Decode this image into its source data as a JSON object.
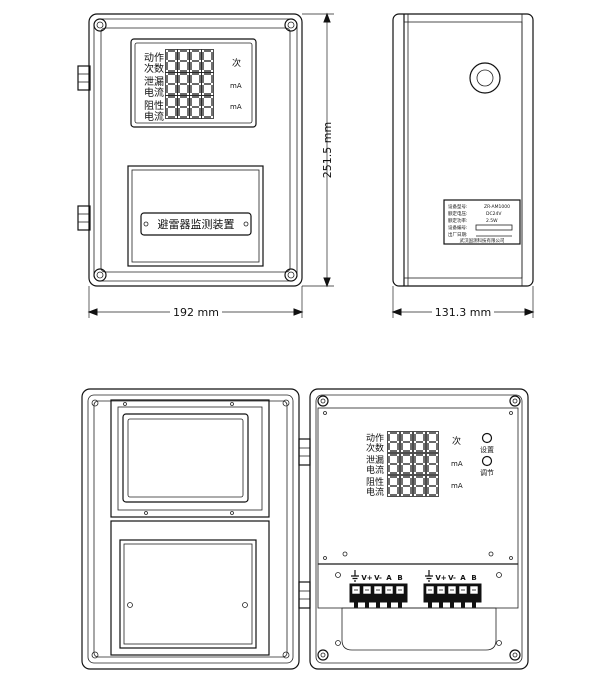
{
  "dimensions": {
    "width": "192 mm",
    "height": "251.5 mm",
    "depth": "131.3 mm"
  },
  "front_panel": {
    "row1_label_a": "动作",
    "row1_label_b": "次数",
    "row1_unit": "次",
    "row2_label_a": "泄漏",
    "row2_label_b": "电流",
    "row2_unit": "mA",
    "row3_label_a": "阻性",
    "row3_label_b": "电流",
    "row3_unit": "mA",
    "nameplate": "避雷器监测装置"
  },
  "side_label": {
    "line1_key": "设备型号:",
    "line1_val": "ZR-AM1000",
    "line2_key": "额定电压:",
    "line2_val": "DC24V",
    "line3_key": "额定功率:",
    "line3_val": "2.5W",
    "line4_key": "设备编号:",
    "line4_val": "",
    "line5_key": "出厂日期:",
    "line5_val": "",
    "maker": "武汉国测科技有限公司"
  },
  "open_view": {
    "button_set": "设置",
    "button_adjust": "调节",
    "terminal_labels": [
      "V+",
      "V-",
      "A",
      "B"
    ]
  }
}
